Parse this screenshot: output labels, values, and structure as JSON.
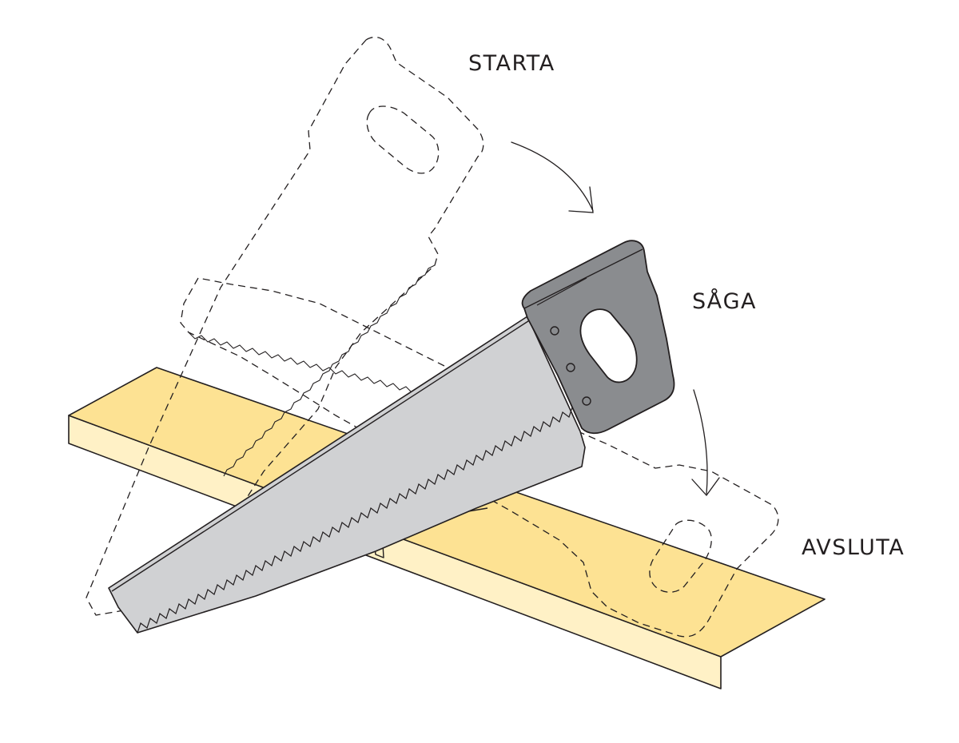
{
  "steps": {
    "start": "STARTA",
    "saw": "SÅGA",
    "finish": "AVSLUTA"
  },
  "colors": {
    "board_top": "#fde293",
    "board_side": "#fff1c6",
    "blade": "#d0d1d3",
    "handle": "#8a8c8f",
    "outline": "#231f20",
    "background": "#ffffff"
  },
  "icons": [
    "saw-icon",
    "wooden-board-icon",
    "curved-arrow-icon"
  ]
}
